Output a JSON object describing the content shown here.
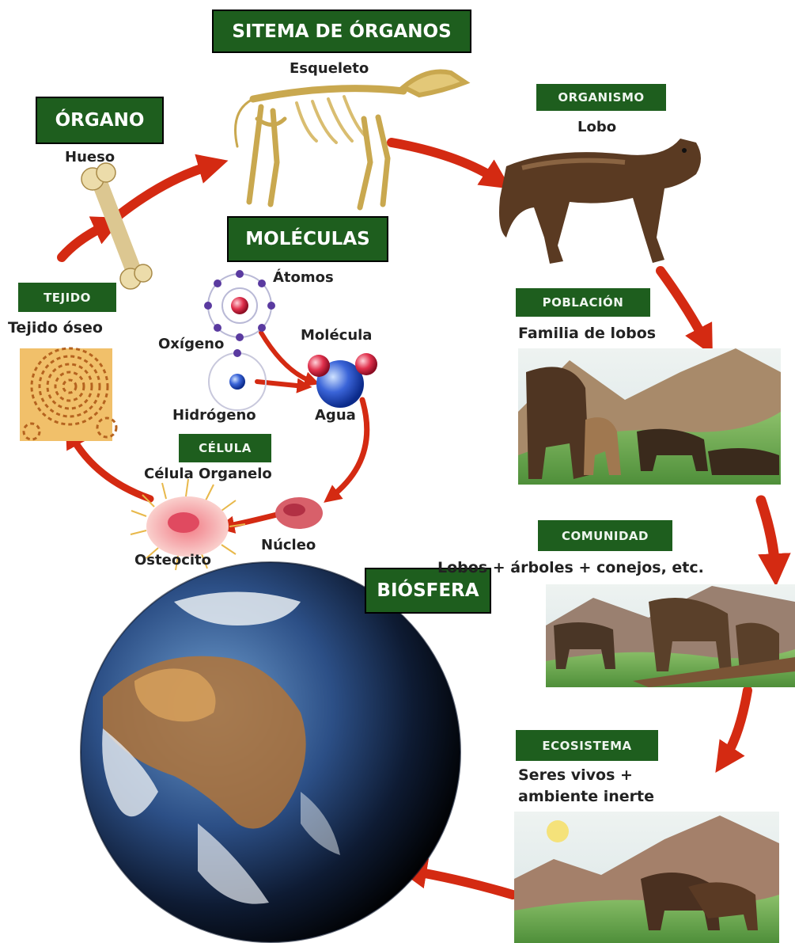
{
  "levels": {
    "sistema": {
      "badge": "SITEMA DE ÓRGANOS",
      "caption": "Esqueleto"
    },
    "organo": {
      "badge": "ÓRGANO",
      "caption": "Hueso"
    },
    "organismo": {
      "badge": "ORGANISMO",
      "caption": "Lobo"
    },
    "moleculas": {
      "badge": "MOLÉCULAS",
      "caption": "Átomos"
    },
    "tejido": {
      "badge": "TEJIDO",
      "caption": "Tejido óseo"
    },
    "poblacion": {
      "badge": "POBLACIÓN",
      "caption": "Familia de lobos"
    },
    "celula": {
      "badge": "CÉLULA",
      "caption": "Célula Organelo"
    },
    "comunidad": {
      "badge": "COMUNIDAD",
      "caption": "Lobos + árboles + conejos, etc."
    },
    "biosfera": {
      "badge": "BIÓSFERA"
    },
    "ecosistema": {
      "badge": "ECOSISTEMA",
      "caption_1": "Seres vivos +",
      "caption_2": "ambiente inerte"
    }
  },
  "molecule_labels": {
    "oxygen": "Oxígeno",
    "hydrogen": "Hidrógeno",
    "molecule": "Molécula",
    "water": "Agua",
    "nucleus": "Núcleo",
    "osteocyte": "Osteocito"
  },
  "colors": {
    "badge_green": "#1e5e1e",
    "arrow_red": "#d42a12"
  }
}
